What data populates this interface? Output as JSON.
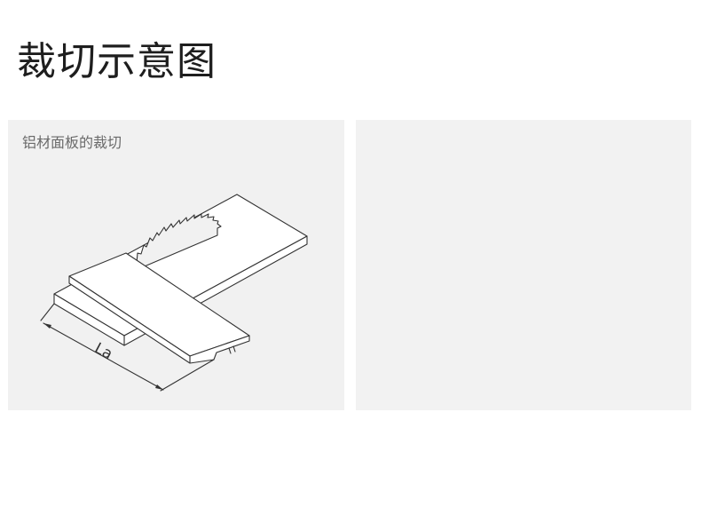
{
  "page": {
    "title": "裁切示意图"
  },
  "left_panel": {
    "caption": "铝材面板的裁切",
    "diagram": {
      "dimension_label": "La"
    }
  },
  "right_panel": {
    "caption": ""
  },
  "colors": {
    "panel_background": "#f1f1f1",
    "line": "#333333",
    "title_text": "#1e1e1e",
    "caption_text": "#6a6a6a"
  }
}
